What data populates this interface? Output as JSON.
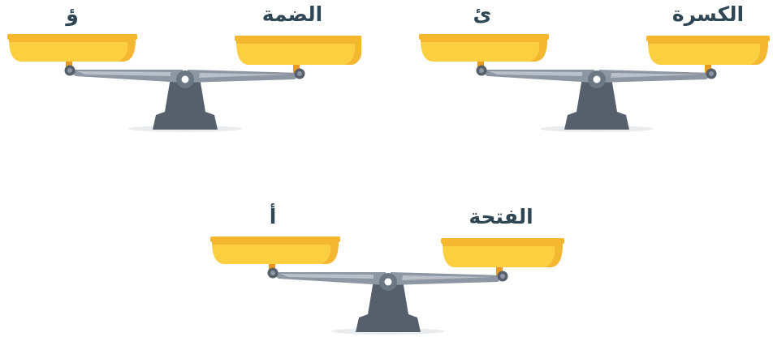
{
  "colors": {
    "text": "#2f4655",
    "pan_top": "#f6b72f",
    "pan_body": "#fccf41",
    "pan_shadow": "#e99a22",
    "beam": "#8d96a3",
    "beam_light": "#b9c0c9",
    "stand": "#55606c",
    "stand_light": "#6c7784"
  },
  "scales": [
    {
      "heavy_side_label": "الضمة",
      "light_side_label": "ؤ"
    },
    {
      "heavy_side_label": "الكسرة",
      "light_side_label": "ئ"
    },
    {
      "heavy_side_label": "الفتحة",
      "light_side_label": "أ"
    }
  ]
}
